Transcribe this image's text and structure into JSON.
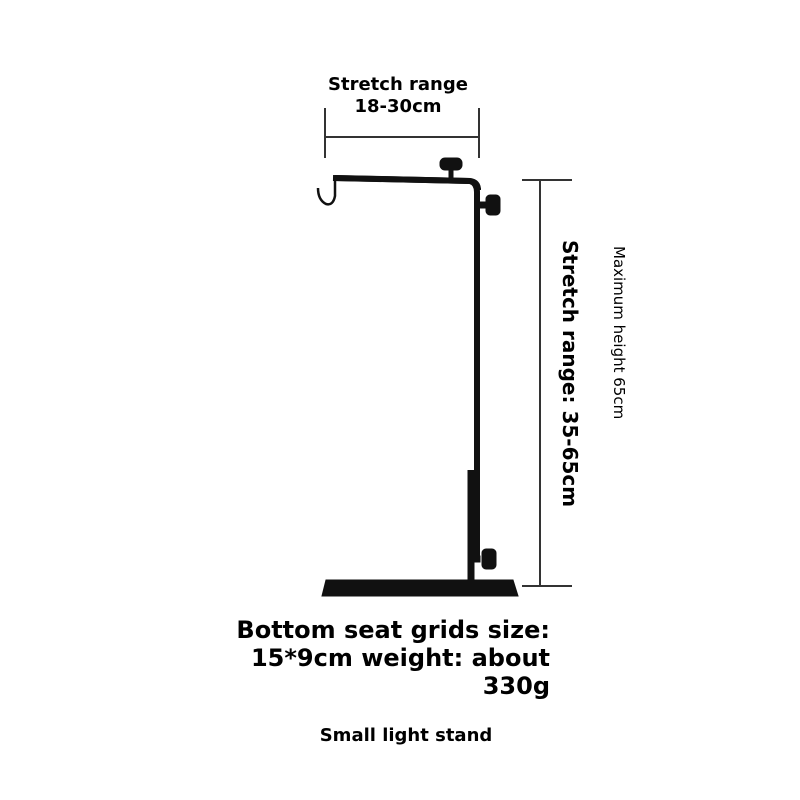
{
  "diagram": {
    "subject": "Small light stand",
    "colors": {
      "background": "#ffffff",
      "stand": "#111111",
      "dimension_lines": "#333333",
      "text": "#000000"
    }
  },
  "labels": {
    "top_stretch_line1": "Stretch range",
    "top_stretch_line2": "18-30cm",
    "vertical_stretch": "Stretch range: 35-65cm",
    "max_height": "Maximum height 65cm",
    "base_spec_line1": "Bottom seat grids size:",
    "base_spec_line2": "15*9cm weight: about",
    "base_spec_line3": "330g",
    "caption": "Small light stand"
  }
}
